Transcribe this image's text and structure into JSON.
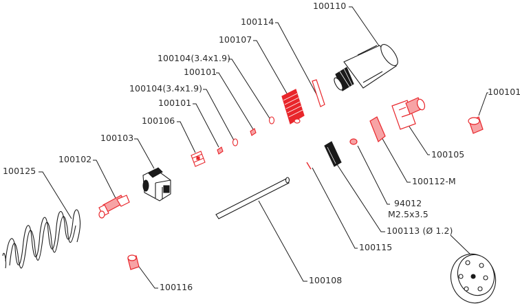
{
  "callouts": {
    "p100110": "100110",
    "p100114": "100114",
    "p100107": "100107",
    "p100104_a": "100104(3.4x1.9)",
    "p100101_a": "100101",
    "p100104_b": "100104(3.4x1.9)",
    "p100101_b": "100101",
    "p100106": "100106",
    "p100103": "100103",
    "p100102": "100102",
    "p100125": "100125",
    "p100101_right": "100101",
    "p100105": "100105",
    "p100112m": "100112-M",
    "p94012_line1": "94012",
    "p94012_line2": "M2.5x3.5",
    "p100113": "100113 (Ø 1.2)",
    "p100115": "100115",
    "p100116": "100116",
    "p100108": "100108"
  },
  "colors": {
    "highlight": "#e8262b",
    "highlight_light": "#f7a3a5",
    "line": "#1a1a1a",
    "text": "#2a2a2a"
  },
  "icons": [
    "parts-callout-leader"
  ]
}
